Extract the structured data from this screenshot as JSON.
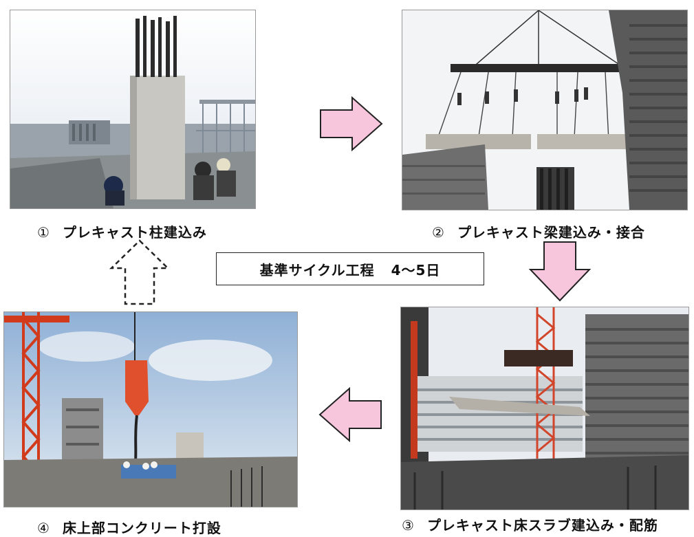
{
  "steps": [
    {
      "number": "①",
      "label": "プレキャスト柱建込み"
    },
    {
      "number": "②",
      "label": "プレキャスト梁建込み・接合"
    },
    {
      "number": "③",
      "label": "プレキャスト床スラブ建込み・配筋"
    },
    {
      "number": "④",
      "label": "床上部コンクリート打設"
    }
  ],
  "cycle": {
    "label": "基準サイクル工程",
    "duration": "4～5日"
  },
  "colors": {
    "arrow_fill": "#f7c6dd",
    "arrow_stroke": "#222222"
  },
  "arrows": [
    {
      "name": "arrow-right",
      "from": "①",
      "to": "②",
      "style": "solid"
    },
    {
      "name": "arrow-down",
      "from": "②",
      "to": "③",
      "style": "solid"
    },
    {
      "name": "arrow-left",
      "from": "③",
      "to": "④",
      "style": "solid"
    },
    {
      "name": "arrow-up",
      "from": "④",
      "to": "①",
      "style": "dashed"
    }
  ]
}
